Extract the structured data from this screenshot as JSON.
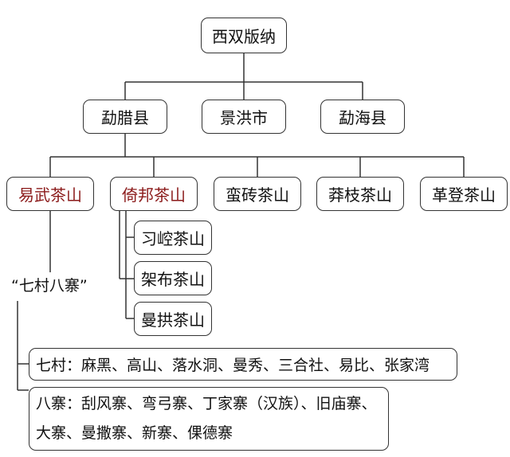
{
  "root": "西双版纳",
  "counties": [
    "勐腊县",
    "景洪市",
    "勐海县"
  ],
  "mountains": [
    "易武茶山",
    "倚邦茶山",
    "蛮砖茶山",
    "莽枝茶山",
    "革登茶山"
  ],
  "yibang_subs": [
    "习崆茶山",
    "架布茶山",
    "曼拱茶山"
  ],
  "yiwu_group": "“七村八寨”",
  "seven_villages": "七村：麻黑、高山、落水洞、曼秀、三合社、易比、张家湾",
  "eight_villages_line1": "八寨：刮风寨、弯弓寨、丁家寨（汉族）、旧庙寨、",
  "eight_villages_line2": "大寨、曼撒寨、新寨、倮德寨",
  "colors": {
    "highlight": "#8b1a1a",
    "line": "#333333"
  }
}
